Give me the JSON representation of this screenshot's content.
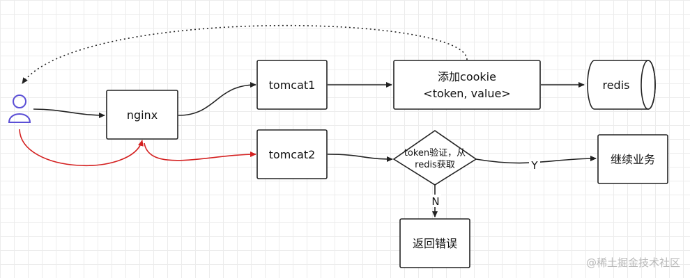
{
  "nodes": {
    "nginx": "nginx",
    "tomcat1": "tomcat1",
    "tomcat2": "tomcat2",
    "add_cookie_line1": "添加cookie",
    "add_cookie_line2": "<token, value>",
    "redis": "redis",
    "decision_line1": "token验证，从",
    "decision_line2": "redis获取",
    "continue_business": "继续业务",
    "return_error": "返回错误"
  },
  "edge_labels": {
    "yes": "Y",
    "no": "N"
  },
  "watermark": "@稀土掘金技术社区",
  "colors": {
    "stroke": "#222222",
    "red_path": "#d42020",
    "user_icon": "#5b4fd6"
  }
}
